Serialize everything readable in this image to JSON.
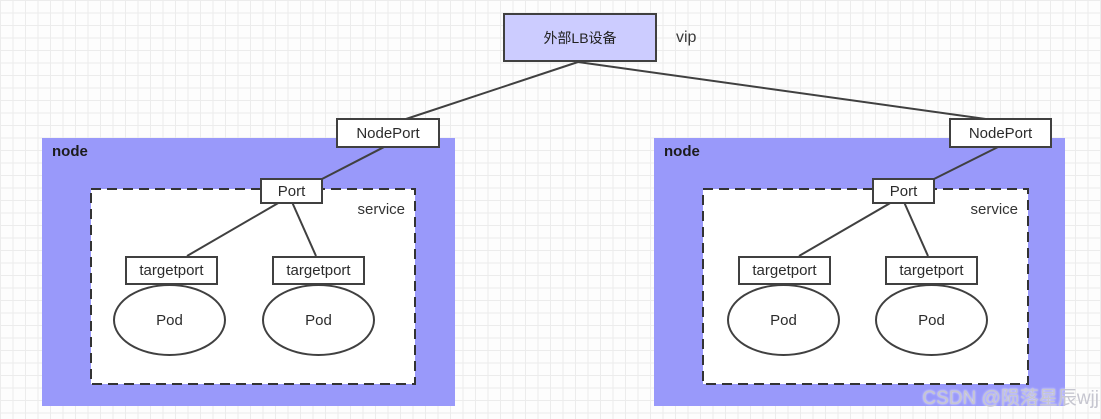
{
  "lb_device": {
    "label": "外部LB设备"
  },
  "vip_label": "vip",
  "left_node": {
    "label": "node",
    "nodeport_label": "NodePort",
    "port_label": "Port",
    "service_label": "service",
    "targetport_labels": [
      "targetport",
      "targetport"
    ],
    "pod_labels": [
      "Pod",
      "Pod"
    ]
  },
  "right_node": {
    "label": "node",
    "nodeport_label": "NodePort",
    "port_label": "Port",
    "service_label": "service",
    "targetport_labels": [
      "targetport",
      "targetport"
    ],
    "pod_labels": [
      "Pod",
      "Pod"
    ]
  },
  "watermark": "CSDN @陨落星辰wjj",
  "colors": {
    "node_fill": "#9999fa",
    "lb_fill": "#ccccff",
    "box_border": "#404040",
    "dashed_border": "#333333",
    "connector": "#404040",
    "grid_line": "#ececec",
    "watermark_color": "#c6c6d0"
  }
}
